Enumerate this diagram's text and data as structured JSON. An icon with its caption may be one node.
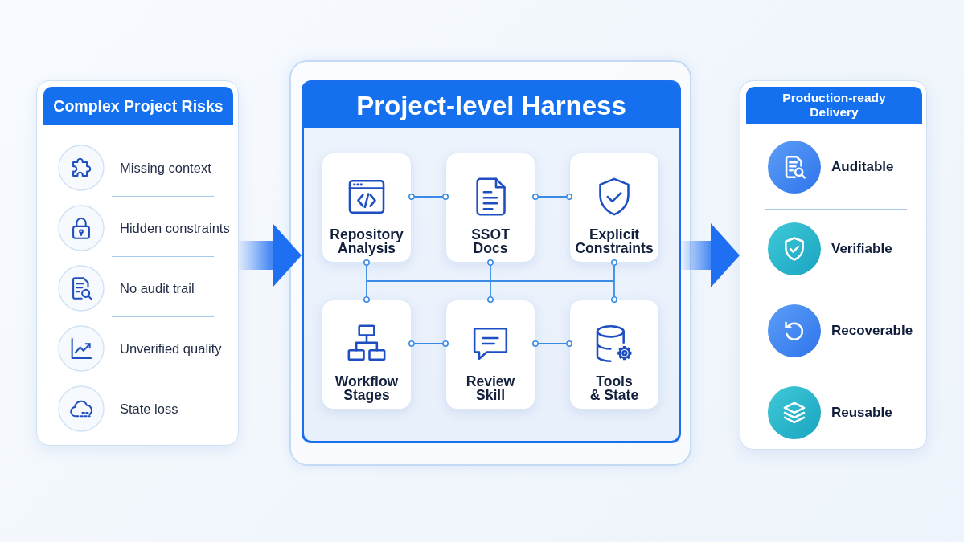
{
  "diagram": {
    "nodes": [
      {
        "text": [
          "Complex Project Risks",
          "Missing context",
          "Hidden constraints",
          "No audit trail",
          "Unverified quality",
          "State loss"
        ]
      },
      {
        "text": [
          "Project-level Harness"
        ]
      },
      {
        "text": [
          "Repository Analysis"
        ],
        "in": 1
      },
      {
        "text": [
          "SSOT Docs"
        ],
        "in": 1
      },
      {
        "text": [
          "Explicit Constraints"
        ],
        "in": 1
      },
      {
        "text": [
          "Workflow Stages"
        ],
        "in": 1
      },
      {
        "text": [
          "Review Skill"
        ],
        "in": 1
      },
      {
        "text": [
          "Tools & State"
        ],
        "in": 1
      },
      {
        "text": [
          "Production-ready Delivery",
          "Auditable",
          "Verifiable",
          "Recoverable",
          "Reusable"
        ]
      }
    ],
    "edges": [
      {
        "from": 0,
        "to": 1,
        "arrow": "to",
        "style": "thick",
        "color": "#1f6ff2"
      },
      {
        "from": 2,
        "to": 3,
        "arrow": "other"
      },
      {
        "from": 3,
        "to": 4,
        "arrow": "other"
      },
      {
        "from": 2,
        "to": 5,
        "arrow": "other"
      },
      {
        "from": 2,
        "to": 6,
        "arrow": "other"
      },
      {
        "from": 2,
        "to": 7,
        "arrow": "other"
      },
      {
        "from": 3,
        "to": 5,
        "arrow": "other"
      },
      {
        "from": 3,
        "to": 6,
        "arrow": "other"
      },
      {
        "from": 3,
        "to": 7,
        "arrow": "other"
      },
      {
        "from": 4,
        "to": 5,
        "arrow": "other"
      },
      {
        "from": 4,
        "to": 6,
        "arrow": "other"
      },
      {
        "from": 4,
        "to": 7,
        "arrow": "other"
      },
      {
        "from": 5,
        "to": 6,
        "arrow": "other"
      },
      {
        "from": 6,
        "to": 7,
        "arrow": "other"
      },
      {
        "from": 1,
        "to": 8,
        "arrow": "to",
        "style": "thick",
        "color": "#1f6ff2"
      }
    ]
  }
}
